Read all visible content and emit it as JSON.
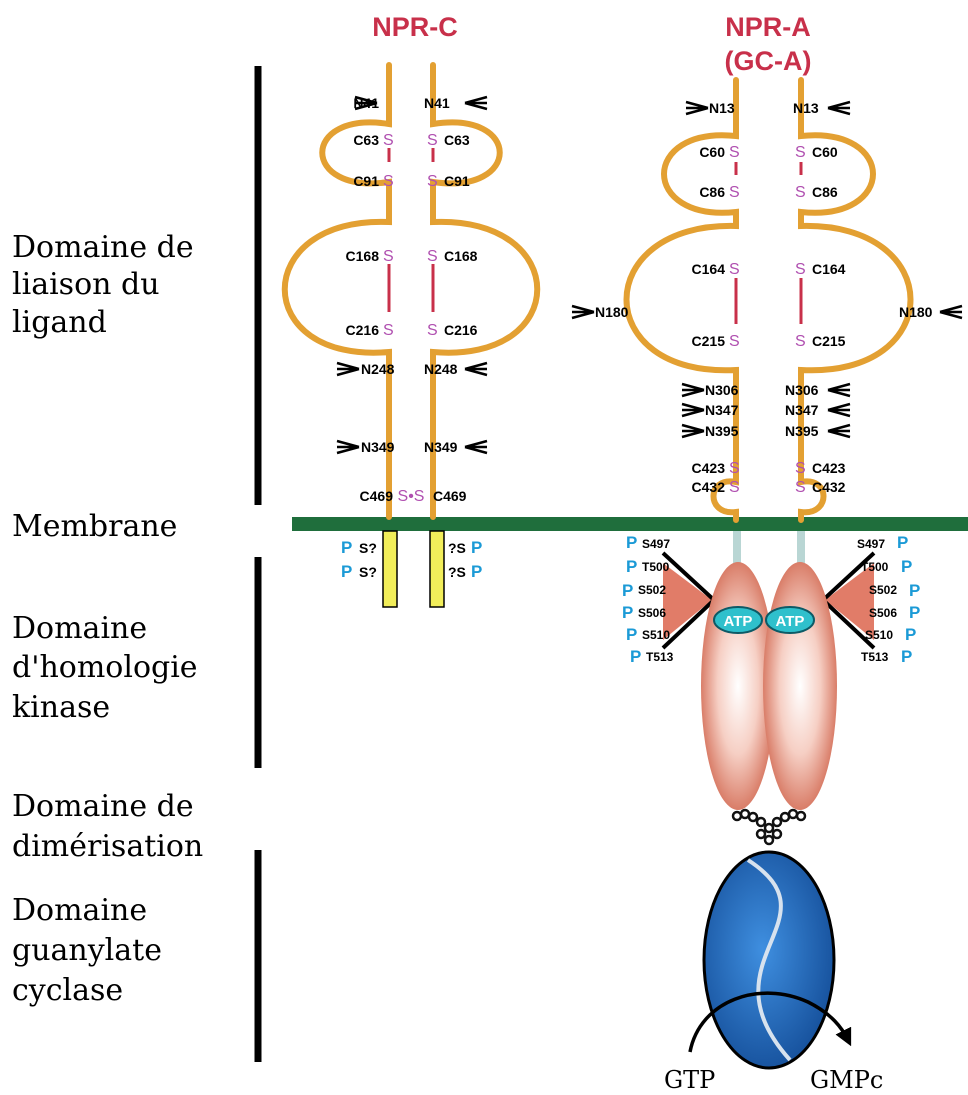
{
  "domain_labels": {
    "ligand_binding": [
      "Domaine de",
      "liaison du",
      "ligand"
    ],
    "membrane": "Membrane",
    "kinase_homology": [
      "Domaine",
      "d'homologie",
      "kinase"
    ],
    "dimerisation": [
      "Domaine de",
      "dimérisation"
    ],
    "guanylate_cyclase": [
      "Domaine",
      "guanylate",
      "cyclase"
    ]
  },
  "npr_c": {
    "title": "NPR-C",
    "n_glyc": [
      "N41",
      "N248",
      "N349"
    ],
    "cysteines": [
      "C63",
      "C91",
      "C168",
      "C216",
      "C469"
    ],
    "s_glyph": "S",
    "intersubunit_disulfide": "S•S",
    "cytoplasmic": {
      "p_glyph": "P",
      "sites_left": [
        "S?",
        "S?"
      ],
      "sites_right": [
        "?S",
        "?S"
      ]
    }
  },
  "npr_a": {
    "title_line1": "NPR-A",
    "title_line2": "(GC-A)",
    "n_glyc_top": "N13",
    "n_glyc_mid": "N180",
    "n_glyc_lower": [
      "N306",
      "N347",
      "N395"
    ],
    "cysteines": [
      "C60",
      "C86",
      "C164",
      "C215",
      "C423",
      "C432"
    ],
    "s_glyph": "S",
    "phospho_sites": [
      "S497",
      "T500",
      "S502",
      "S506",
      "S510",
      "T513"
    ],
    "p_glyph": "P",
    "atp_label": "ATP",
    "nucleotides": {
      "substrate": "GTP",
      "product": "GMPc"
    }
  },
  "colors": {
    "receptor_arm": "#e3a032",
    "disulfide": "#c8304a",
    "sulfur_label": "#b04fb0",
    "phosphate": "#1b9ad6",
    "membrane": "#1f6e3c",
    "kinase_body": "#e9a08c",
    "atp_binding": "#2fc0cc",
    "cyclase": "#1f6fc0",
    "npr_c_tail": "#f2ee5a"
  }
}
